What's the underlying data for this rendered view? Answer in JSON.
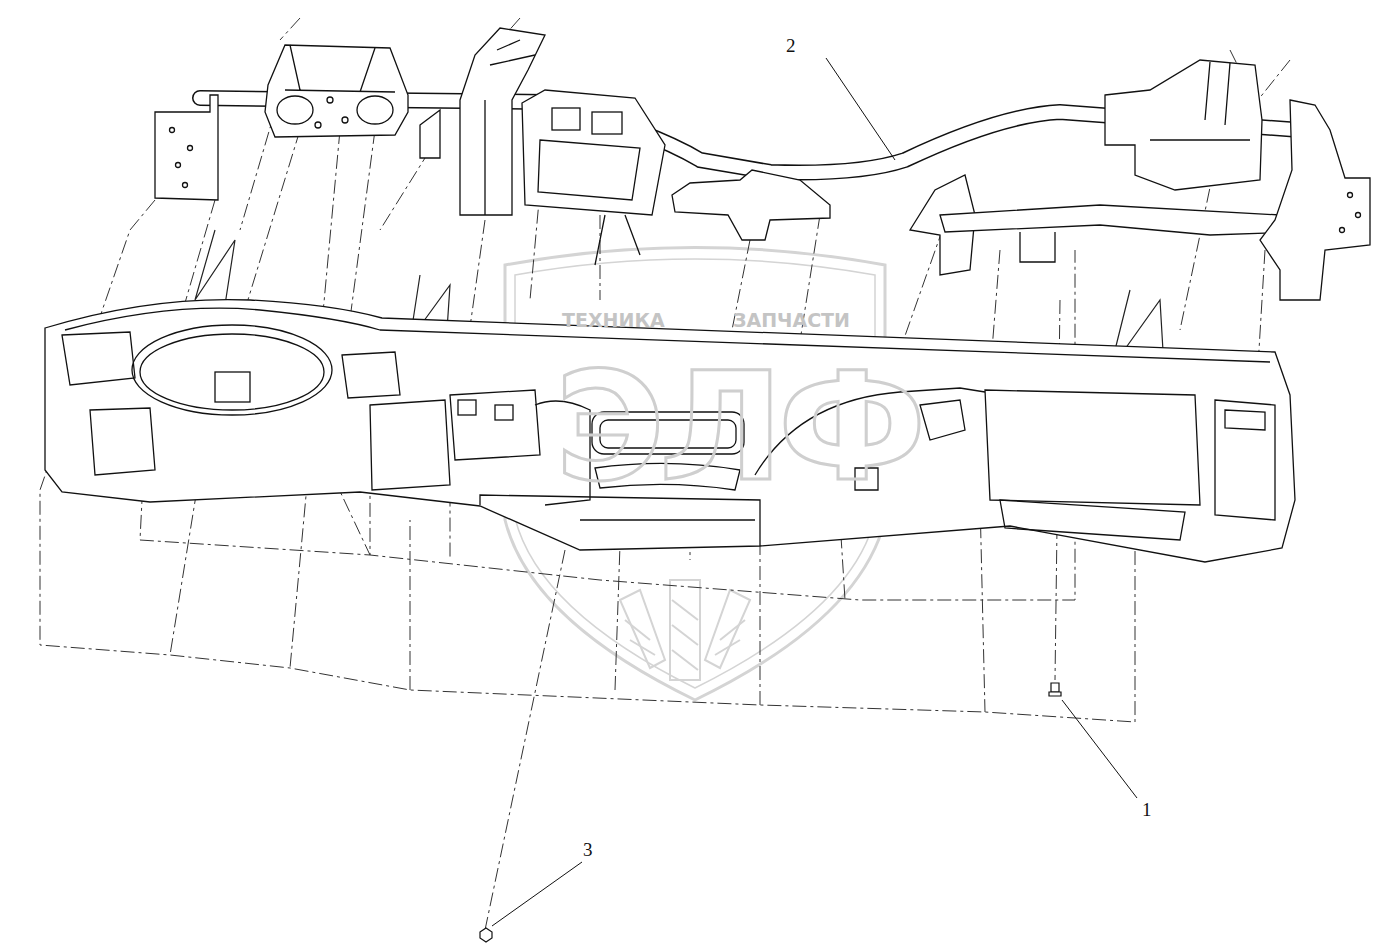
{
  "diagram": {
    "labels": [
      "2",
      "1",
      "3",
      "ТЕХНИКА",
      "ЗАПЧАСТИ",
      "ЭЛФ"
    ]
  }
}
